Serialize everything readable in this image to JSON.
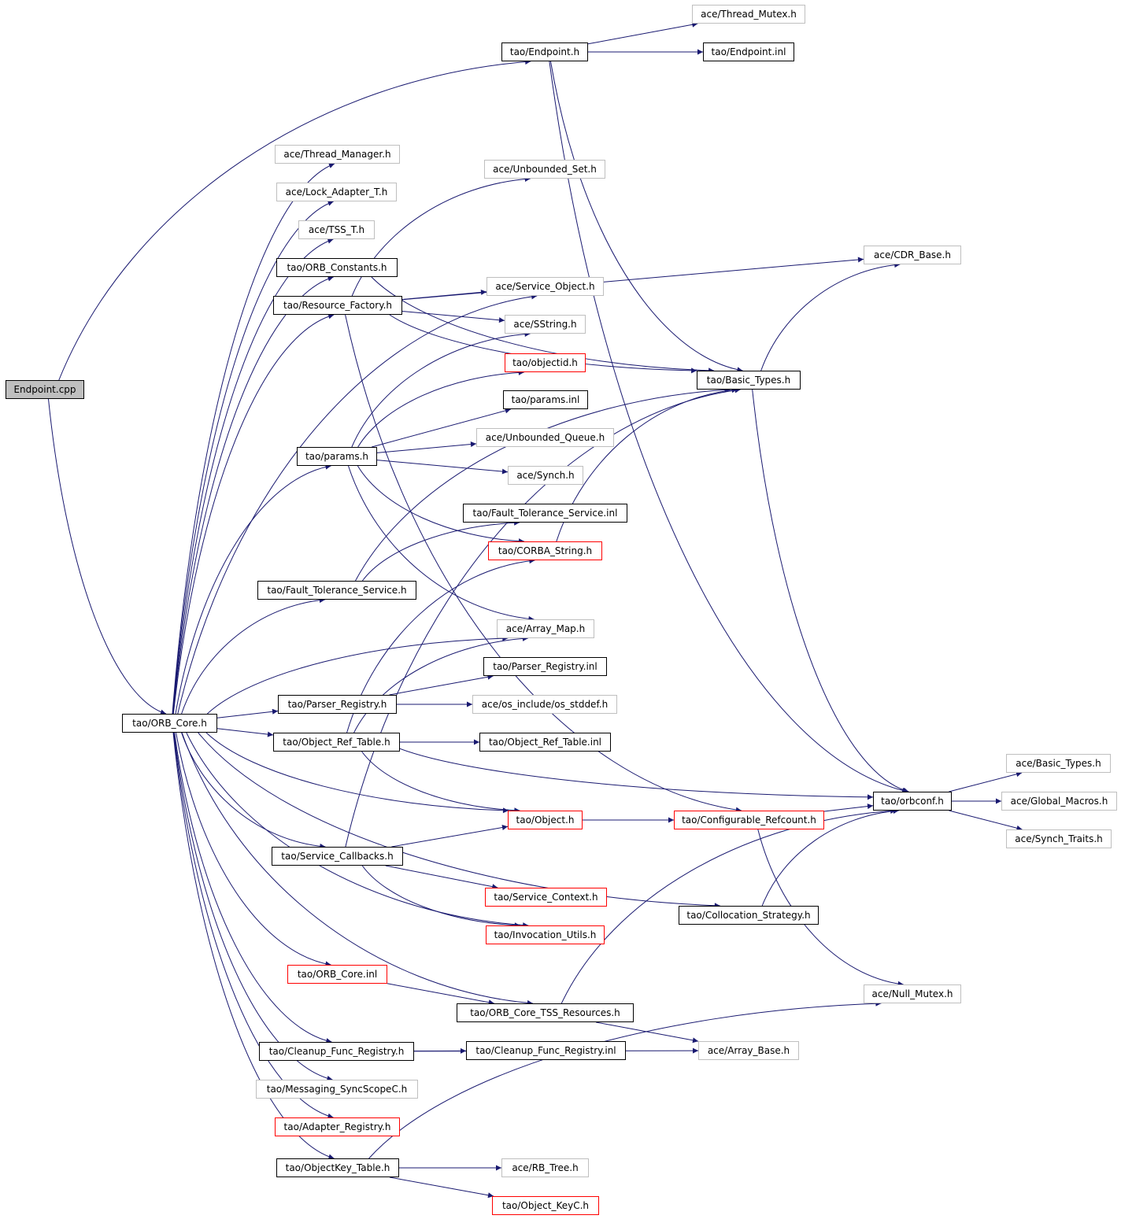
{
  "graph": {
    "edge_color": "#191970",
    "border_colors": {
      "black": "#000000",
      "red": "#ff0000",
      "gray": "#bfbfbf"
    },
    "root_fill": "#bfbfbf",
    "nodes": [
      {
        "id": "endpoint_cpp",
        "label": "Endpoint.cpp",
        "style": "root"
      },
      {
        "id": "ace_thread_mutex",
        "label": "ace/Thread_Mutex.h",
        "style": "gray"
      },
      {
        "id": "tao_endpoint_h",
        "label": "tao/Endpoint.h",
        "style": "black"
      },
      {
        "id": "tao_endpoint_inl",
        "label": "tao/Endpoint.inl",
        "style": "black"
      },
      {
        "id": "ace_thread_manager",
        "label": "ace/Thread_Manager.h",
        "style": "gray"
      },
      {
        "id": "ace_unbounded_set",
        "label": "ace/Unbounded_Set.h",
        "style": "gray"
      },
      {
        "id": "ace_lock_adapter",
        "label": "ace/Lock_Adapter_T.h",
        "style": "gray"
      },
      {
        "id": "ace_tss_t",
        "label": "ace/TSS_T.h",
        "style": "gray"
      },
      {
        "id": "ace_cdr_base",
        "label": "ace/CDR_Base.h",
        "style": "gray"
      },
      {
        "id": "tao_orb_constants",
        "label": "tao/ORB_Constants.h",
        "style": "black"
      },
      {
        "id": "ace_service_object",
        "label": "ace/Service_Object.h",
        "style": "gray"
      },
      {
        "id": "tao_resource_factory",
        "label": "tao/Resource_Factory.h",
        "style": "black"
      },
      {
        "id": "ace_sstring",
        "label": "ace/SString.h",
        "style": "gray"
      },
      {
        "id": "tao_objectid",
        "label": "tao/objectid.h",
        "style": "red"
      },
      {
        "id": "tao_basic_types",
        "label": "tao/Basic_Types.h",
        "style": "black"
      },
      {
        "id": "tao_params_inl",
        "label": "tao/params.inl",
        "style": "black"
      },
      {
        "id": "ace_unbounded_queue",
        "label": "ace/Unbounded_Queue.h",
        "style": "gray"
      },
      {
        "id": "tao_params_h",
        "label": "tao/params.h",
        "style": "black"
      },
      {
        "id": "ace_synch",
        "label": "ace/Synch.h",
        "style": "gray"
      },
      {
        "id": "tao_ft_service_inl",
        "label": "tao/Fault_Tolerance_Service.inl",
        "style": "black"
      },
      {
        "id": "tao_corba_string",
        "label": "tao/CORBA_String.h",
        "style": "red"
      },
      {
        "id": "tao_ft_service_h",
        "label": "tao/Fault_Tolerance_Service.h",
        "style": "black"
      },
      {
        "id": "ace_array_map",
        "label": "ace/Array_Map.h",
        "style": "gray"
      },
      {
        "id": "tao_parser_registry_inl",
        "label": "tao/Parser_Registry.inl",
        "style": "black"
      },
      {
        "id": "tao_parser_registry_h",
        "label": "tao/Parser_Registry.h",
        "style": "black"
      },
      {
        "id": "ace_os_stddef",
        "label": "ace/os_include/os_stddef.h",
        "style": "gray"
      },
      {
        "id": "tao_orb_core_h",
        "label": "tao/ORB_Core.h",
        "style": "black"
      },
      {
        "id": "tao_object_ref_table_h",
        "label": "tao/Object_Ref_Table.h",
        "style": "black"
      },
      {
        "id": "tao_object_ref_table_inl",
        "label": "tao/Object_Ref_Table.inl",
        "style": "black"
      },
      {
        "id": "ace_basic_types",
        "label": "ace/Basic_Types.h",
        "style": "gray"
      },
      {
        "id": "tao_orbconf",
        "label": "tao/orbconf.h",
        "style": "black"
      },
      {
        "id": "ace_global_macros",
        "label": "ace/Global_Macros.h",
        "style": "gray"
      },
      {
        "id": "tao_object_h",
        "label": "tao/Object.h",
        "style": "red"
      },
      {
        "id": "tao_configurable_refcount",
        "label": "tao/Configurable_Refcount.h",
        "style": "red"
      },
      {
        "id": "ace_synch_traits",
        "label": "ace/Synch_Traits.h",
        "style": "gray"
      },
      {
        "id": "tao_service_callbacks",
        "label": "tao/Service_Callbacks.h",
        "style": "black"
      },
      {
        "id": "tao_service_context",
        "label": "tao/Service_Context.h",
        "style": "red"
      },
      {
        "id": "tao_collocation_strategy",
        "label": "tao/Collocation_Strategy.h",
        "style": "black"
      },
      {
        "id": "tao_invocation_utils",
        "label": "tao/Invocation_Utils.h",
        "style": "red"
      },
      {
        "id": "tao_orb_core_inl",
        "label": "tao/ORB_Core.inl",
        "style": "red"
      },
      {
        "id": "ace_null_mutex",
        "label": "ace/Null_Mutex.h",
        "style": "gray"
      },
      {
        "id": "tao_orb_core_tss",
        "label": "tao/ORB_Core_TSS_Resources.h",
        "style": "black"
      },
      {
        "id": "tao_cleanup_func_registry_h",
        "label": "tao/Cleanup_Func_Registry.h",
        "style": "black"
      },
      {
        "id": "tao_cleanup_func_registry_inl",
        "label": "tao/Cleanup_Func_Registry.inl",
        "style": "black"
      },
      {
        "id": "ace_array_base",
        "label": "ace/Array_Base.h",
        "style": "gray"
      },
      {
        "id": "tao_messaging_syncscopec",
        "label": "tao/Messaging_SyncScopeC.h",
        "style": "gray"
      },
      {
        "id": "tao_adapter_registry",
        "label": "tao/Adapter_Registry.h",
        "style": "red"
      },
      {
        "id": "tao_objectkey_table",
        "label": "tao/ObjectKey_Table.h",
        "style": "black"
      },
      {
        "id": "ace_rb_tree",
        "label": "ace/RB_Tree.h",
        "style": "gray"
      },
      {
        "id": "tao_object_keyc",
        "label": "tao/Object_KeyC.h",
        "style": "red"
      }
    ],
    "edges": [
      [
        "endpoint_cpp",
        "tao_endpoint_h"
      ],
      [
        "endpoint_cpp",
        "tao_orb_core_h"
      ],
      [
        "tao_endpoint_h",
        "ace_thread_mutex"
      ],
      [
        "tao_endpoint_h",
        "tao_endpoint_inl"
      ],
      [
        "tao_endpoint_h",
        "tao_basic_types"
      ],
      [
        "tao_endpoint_h",
        "tao_orbconf"
      ],
      [
        "tao_orb_core_h",
        "ace_thread_manager"
      ],
      [
        "tao_orb_core_h",
        "ace_lock_adapter"
      ],
      [
        "tao_orb_core_h",
        "ace_tss_t"
      ],
      [
        "tao_orb_core_h",
        "tao_orb_constants"
      ],
      [
        "tao_orb_core_h",
        "tao_resource_factory"
      ],
      [
        "tao_orb_core_h",
        "ace_service_object"
      ],
      [
        "tao_orb_core_h",
        "tao_params_h"
      ],
      [
        "tao_orb_core_h",
        "tao_ft_service_h"
      ],
      [
        "tao_orb_core_h",
        "ace_array_map"
      ],
      [
        "tao_orb_core_h",
        "tao_parser_registry_h"
      ],
      [
        "tao_orb_core_h",
        "tao_object_ref_table_h"
      ],
      [
        "tao_orb_core_h",
        "tao_object_h"
      ],
      [
        "tao_orb_core_h",
        "tao_service_callbacks"
      ],
      [
        "tao_orb_core_h",
        "tao_invocation_utils"
      ],
      [
        "tao_orb_core_h",
        "tao_collocation_strategy"
      ],
      [
        "tao_orb_core_h",
        "tao_orb_core_inl"
      ],
      [
        "tao_orb_core_h",
        "tao_orb_core_tss"
      ],
      [
        "tao_orb_core_h",
        "tao_cleanup_func_registry_h"
      ],
      [
        "tao_orb_core_h",
        "tao_messaging_syncscopec"
      ],
      [
        "tao_orb_core_h",
        "tao_adapter_registry"
      ],
      [
        "tao_orb_core_h",
        "tao_objectkey_table"
      ],
      [
        "tao_orb_constants",
        "tao_basic_types"
      ],
      [
        "tao_resource_factory",
        "ace_cdr_base"
      ],
      [
        "tao_resource_factory",
        "ace_unbounded_set"
      ],
      [
        "tao_resource_factory",
        "ace_service_object"
      ],
      [
        "tao_resource_factory",
        "ace_sstring"
      ],
      [
        "tao_resource_factory",
        "tao_basic_types"
      ],
      [
        "tao_resource_factory",
        "tao_configurable_refcount"
      ],
      [
        "tao_params_h",
        "ace_sstring"
      ],
      [
        "tao_params_h",
        "tao_objectid"
      ],
      [
        "tao_params_h",
        "tao_params_inl"
      ],
      [
        "tao_params_h",
        "ace_unbounded_queue"
      ],
      [
        "tao_params_h",
        "ace_synch"
      ],
      [
        "tao_params_h",
        "tao_corba_string"
      ],
      [
        "tao_params_h",
        "ace_array_map"
      ],
      [
        "tao_corba_string",
        "tao_basic_types"
      ],
      [
        "tao_ft_service_h",
        "tao_ft_service_inl"
      ],
      [
        "tao_ft_service_h",
        "tao_basic_types"
      ],
      [
        "tao_parser_registry_h",
        "tao_parser_registry_inl"
      ],
      [
        "tao_parser_registry_h",
        "ace_os_stddef"
      ],
      [
        "tao_object_ref_table_h",
        "tao_object_ref_table_inl"
      ],
      [
        "tao_object_ref_table_h",
        "tao_orbconf"
      ],
      [
        "tao_object_ref_table_h",
        "tao_object_h"
      ],
      [
        "tao_object_ref_table_h",
        "tao_corba_string"
      ],
      [
        "tao_object_ref_table_h",
        "ace_array_map"
      ],
      [
        "tao_basic_types",
        "ace_cdr_base"
      ],
      [
        "tao_basic_types",
        "tao_orbconf"
      ],
      [
        "tao_orbconf",
        "ace_basic_types"
      ],
      [
        "tao_orbconf",
        "ace_global_macros"
      ],
      [
        "tao_orbconf",
        "ace_synch_traits"
      ],
      [
        "tao_object_h",
        "tao_configurable_refcount"
      ],
      [
        "tao_configurable_refcount",
        "tao_orbconf"
      ],
      [
        "tao_configurable_refcount",
        "ace_null_mutex"
      ],
      [
        "tao_service_callbacks",
        "tao_object_h"
      ],
      [
        "tao_service_callbacks",
        "tao_service_context"
      ],
      [
        "tao_service_callbacks",
        "tao_invocation_utils"
      ],
      [
        "tao_service_callbacks",
        "tao_basic_types"
      ],
      [
        "tao_collocation_strategy",
        "tao_orbconf"
      ],
      [
        "tao_orb_core_inl",
        "tao_orb_core_tss"
      ],
      [
        "tao_orb_core_tss",
        "tao_orbconf"
      ],
      [
        "tao_orb_core_tss",
        "ace_array_base"
      ],
      [
        "tao_cleanup_func_registry_h",
        "tao_cleanup_func_registry_inl"
      ],
      [
        "tao_cleanup_func_registry_h",
        "ace_array_base"
      ],
      [
        "tao_objectkey_table",
        "ace_rb_tree"
      ],
      [
        "tao_objectkey_table",
        "tao_object_keyc"
      ],
      [
        "tao_objectkey_table",
        "ace_null_mutex"
      ]
    ]
  }
}
